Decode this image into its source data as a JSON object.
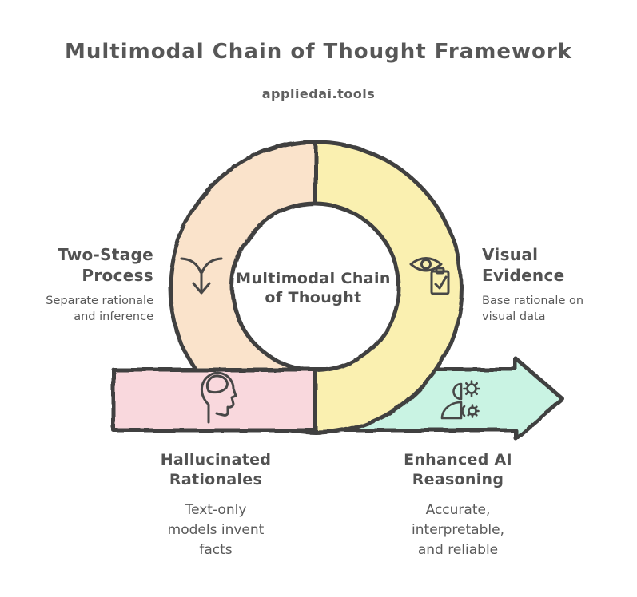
{
  "page": {
    "title": "Multimodal Chain of Thought Framework",
    "subtitle": "appliedai.tools"
  },
  "center": {
    "line1": "Multimodal Chain",
    "line2": "of Thought"
  },
  "stages": {
    "two_stage": {
      "title": "Two-Stage Process",
      "description": "Separate rationale and inference",
      "color": "#fae3cb",
      "icon": "merge-arrow-down"
    },
    "visual_evidence": {
      "title": "Visual Evidence",
      "description": "Base rationale on visual data",
      "color": "#faf0b0",
      "icon": "eye-checklist"
    },
    "hallucinated_rationales": {
      "title": "Hallucinated Rationales",
      "description": "Text-only models invent facts",
      "color": "#f9d8dd",
      "icon": "head-brain"
    },
    "enhanced_reasoning": {
      "title": "Enhanced AI Reasoning",
      "description": "Accurate, interpretable, and reliable",
      "color": "#c9f3e3",
      "icon": "person-gears"
    }
  },
  "colors": {
    "outline": "#404040",
    "icon_stroke": "#474747",
    "heading_text": "#525252",
    "body_text": "#5a5a5a",
    "title_text": "#575757"
  }
}
